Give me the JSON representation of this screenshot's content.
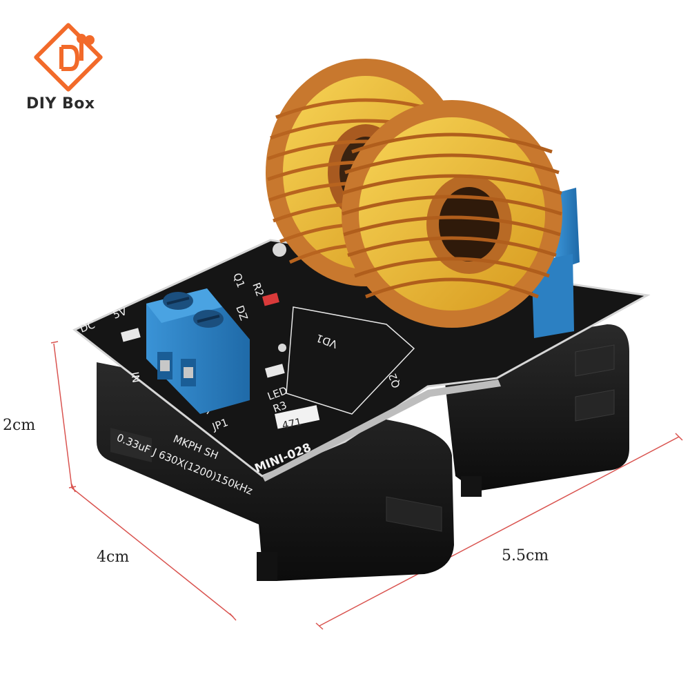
{
  "brand": {
    "name": "DIY Box",
    "logo_color": "#f26a2a",
    "logo_icon": "circuit-diamond-icon"
  },
  "dimensions": {
    "height": "2cm",
    "depth": "4cm",
    "width": "5.5cm",
    "line_color": "#d9534f"
  },
  "board": {
    "model": "MINI-028",
    "labels": {
      "dc": "DC",
      "voltage": "5V",
      "input": "IN",
      "jumper": "JP1",
      "led": "LED",
      "r3": "R3",
      "resistor_code": "471",
      "q1": "Q1",
      "q2": "Q2",
      "r2": "R2",
      "dz": "DZ",
      "diode": "VD1"
    },
    "capacitor": {
      "line1": "MKPH SH",
      "line2": "0.33uF J 630X(1200)150kHz"
    }
  },
  "colors": {
    "pcb": "#151515",
    "copper_coil": "#c8782e",
    "ferrite_core": "#e8b830",
    "terminal_block": "#2f86c8",
    "capacitor": "#1a1a1a"
  }
}
